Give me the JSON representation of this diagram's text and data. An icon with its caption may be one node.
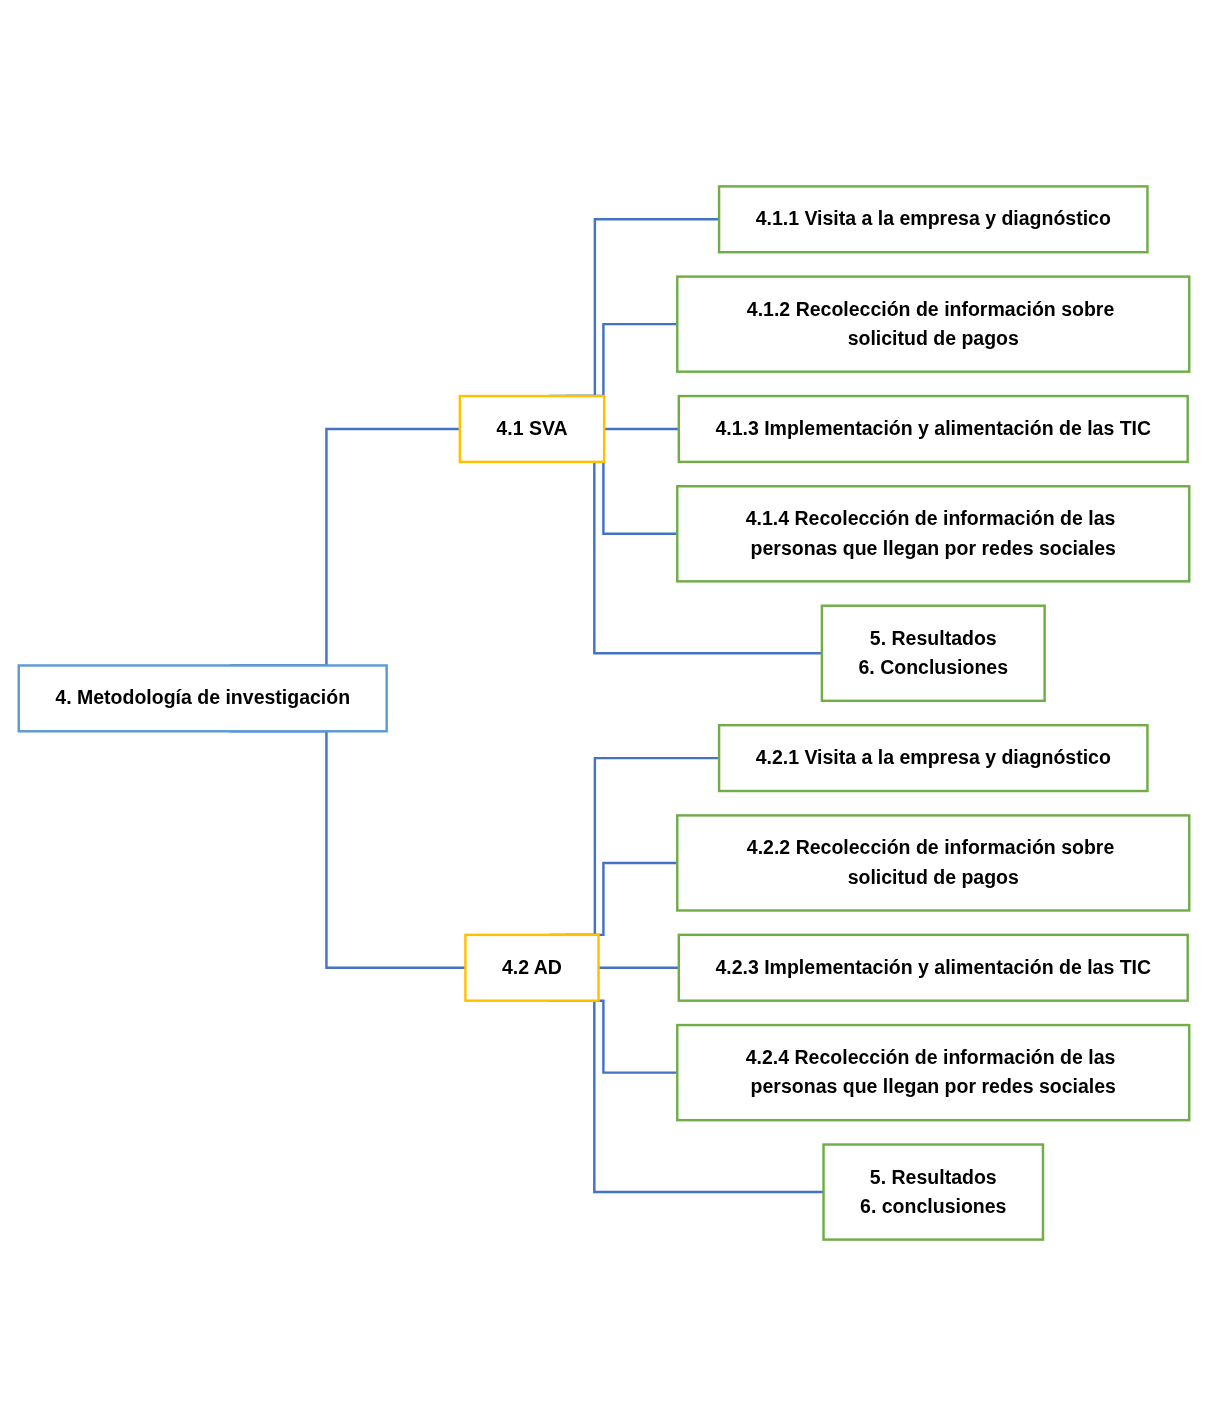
{
  "diagram": {
    "nodes": [
      {
        "text": [
          "4. Metodología de investigación"
        ]
      },
      {
        "text": [
          "4.1 SVA"
        ]
      },
      {
        "text": [
          "4.2 AD"
        ]
      },
      {
        "text": [
          "4.1.1 Visita a la empresa y diagnóstico"
        ]
      },
      {
        "text": [
          "4.1.2 Recolección de información sobre solicitud de pagos"
        ]
      },
      {
        "text": [
          "4.1.3 Implementación y alimentación de las TIC"
        ]
      },
      {
        "text": [
          "4.1.4 Recolección de información de las personas que llegan por redes sociales"
        ]
      },
      {
        "text": [
          "5. Resultados",
          "6. Conclusiones"
        ]
      },
      {
        "text": [
          "4.2.1 Visita a la empresa y diagnóstico"
        ]
      },
      {
        "text": [
          "4.2.2 Recolección de información sobre solicitud de pagos"
        ]
      },
      {
        "text": [
          "4.2.3 Implementación y alimentación de las TIC"
        ]
      },
      {
        "text": [
          "4.2.4 Recolección de información de las personas que llegan por redes sociales"
        ]
      },
      {
        "text": [
          "5. Resultados",
          "6. conclusiones"
        ]
      }
    ],
    "edges": [
      {
        "from": 0,
        "to": 1,
        "arrow": "none"
      },
      {
        "from": 0,
        "to": 2,
        "arrow": "none"
      },
      {
        "from": 1,
        "to": 3,
        "arrow": "none"
      },
      {
        "from": 1,
        "to": 4,
        "arrow": "none"
      },
      {
        "from": 1,
        "to": 5,
        "arrow": "none"
      },
      {
        "from": 1,
        "to": 6,
        "arrow": "none"
      },
      {
        "from": 1,
        "to": 7,
        "arrow": "none"
      },
      {
        "from": 2,
        "to": 8,
        "arrow": "none"
      },
      {
        "from": 2,
        "to": 9,
        "arrow": "none"
      },
      {
        "from": 2,
        "to": 10,
        "arrow": "none"
      },
      {
        "from": 2,
        "to": 11,
        "arrow": "none"
      },
      {
        "from": 2,
        "to": 12,
        "arrow": "none"
      }
    ]
  }
}
